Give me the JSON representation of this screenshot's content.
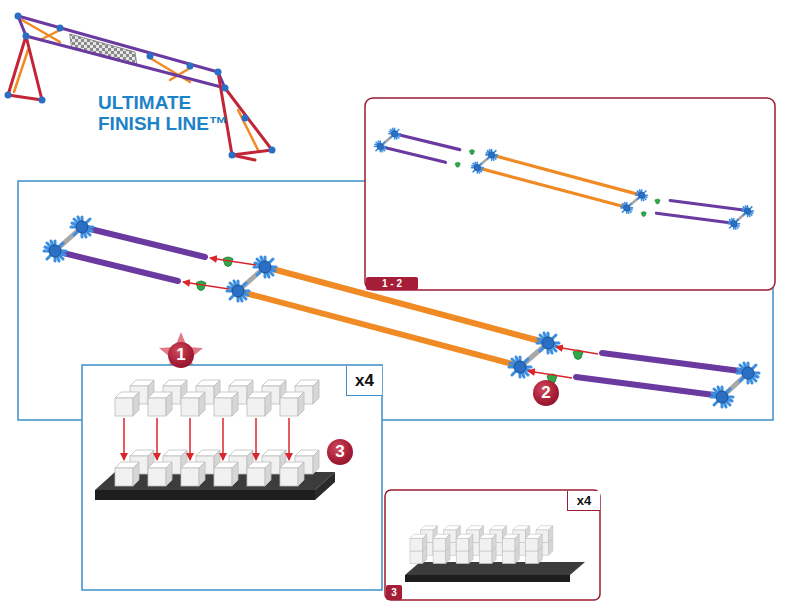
{
  "diagram": {
    "title": "ULTIMATE FINISH LINE™",
    "nodes": [
      {
        "text": [
          "1 - 2"
        ]
      },
      {
        "text": [
          "1"
        ]
      },
      {
        "text": [
          "2"
        ]
      },
      {
        "text": [
          "x4"
        ]
      },
      {
        "text": [
          "3"
        ]
      },
      {
        "text": [
          "x4"
        ]
      },
      {
        "text": [
          "3"
        ]
      }
    ]
  }
}
